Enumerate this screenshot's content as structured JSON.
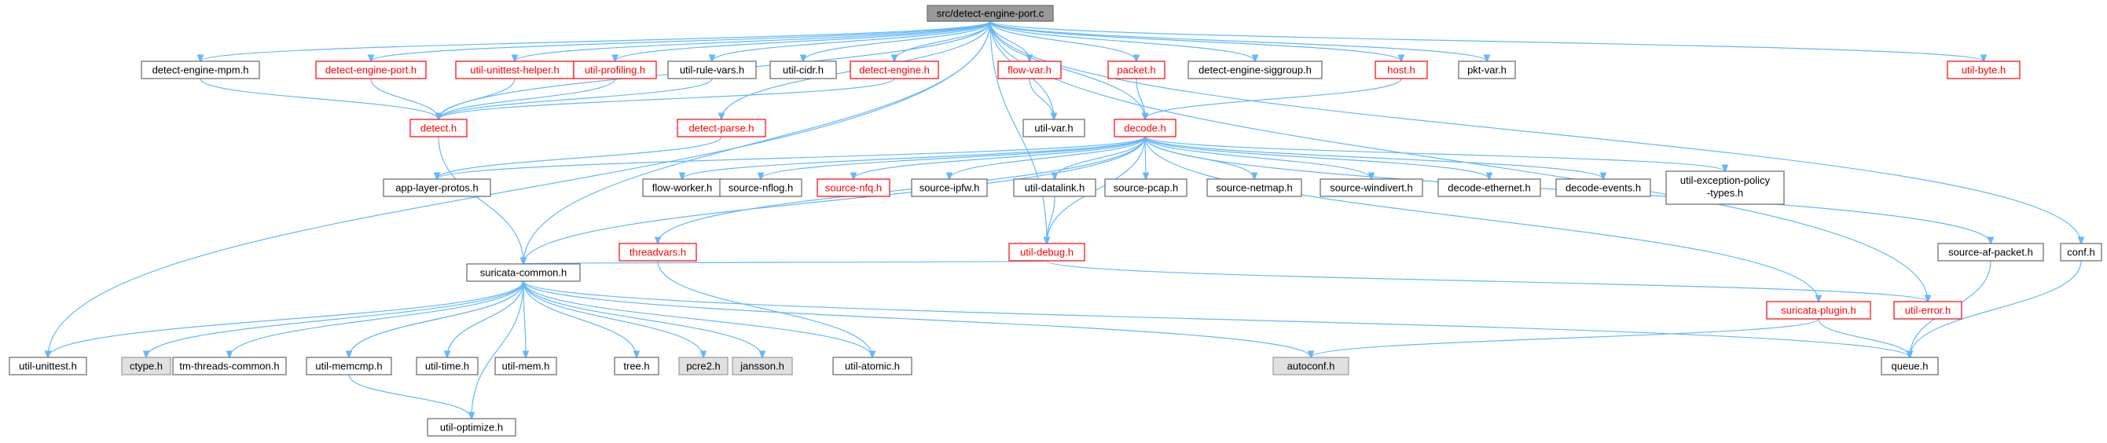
{
  "graph": {
    "title": "src/detect-engine-port.c",
    "colors": {
      "edge": "#63b8ff",
      "node_border": "#666666",
      "root_fill": "#999999",
      "missing_fill": "#e0e0e0",
      "link_border": "#ff0000"
    },
    "nodes": [
      {
        "id": "root",
        "label": "src/detect-engine-port.c",
        "style": "root"
      },
      {
        "id": "mpm",
        "label": "detect-engine-mpm.h",
        "style": "normal"
      },
      {
        "id": "enginePort",
        "label": "detect-engine-port.h",
        "style": "link"
      },
      {
        "id": "unitHelper",
        "label": "util-unittest-helper.h",
        "style": "link"
      },
      {
        "id": "profiling",
        "label": "util-profiling.h",
        "style": "link"
      },
      {
        "id": "ruleVars",
        "label": "util-rule-vars.h",
        "style": "normal"
      },
      {
        "id": "cidr",
        "label": "util-cidr.h",
        "style": "normal"
      },
      {
        "id": "engine",
        "label": "detect-engine.h",
        "style": "link"
      },
      {
        "id": "flowVar",
        "label": "flow-var.h",
        "style": "link"
      },
      {
        "id": "packet",
        "label": "packet.h",
        "style": "link"
      },
      {
        "id": "siggroup",
        "label": "detect-engine-siggroup.h",
        "style": "normal"
      },
      {
        "id": "host",
        "label": "host.h",
        "style": "link"
      },
      {
        "id": "pktVar",
        "label": "pkt-var.h",
        "style": "normal"
      },
      {
        "id": "utilByte",
        "label": "util-byte.h",
        "style": "link"
      },
      {
        "id": "detect",
        "label": "detect.h",
        "style": "link"
      },
      {
        "id": "detectParse",
        "label": "detect-parse.h",
        "style": "link"
      },
      {
        "id": "utilVar",
        "label": "util-var.h",
        "style": "normal"
      },
      {
        "id": "decode",
        "label": "decode.h",
        "style": "link"
      },
      {
        "id": "appLayer",
        "label": "app-layer-protos.h",
        "style": "normal"
      },
      {
        "id": "flowWorker",
        "label": "flow-worker.h",
        "style": "normal"
      },
      {
        "id": "nflog",
        "label": "source-nflog.h",
        "style": "normal"
      },
      {
        "id": "nfq",
        "label": "source-nfq.h",
        "style": "link"
      },
      {
        "id": "ipfw",
        "label": "source-ipfw.h",
        "style": "normal"
      },
      {
        "id": "datalink",
        "label": "util-datalink.h",
        "style": "normal"
      },
      {
        "id": "pcap",
        "label": "source-pcap.h",
        "style": "normal"
      },
      {
        "id": "netmap",
        "label": "source-netmap.h",
        "style": "normal"
      },
      {
        "id": "windivert",
        "label": "source-windivert.h",
        "style": "normal"
      },
      {
        "id": "ethernet",
        "label": "decode-ethernet.h",
        "style": "normal"
      },
      {
        "id": "events",
        "label": "decode-events.h",
        "style": "normal"
      },
      {
        "id": "exception",
        "label": "util-exception-policy\n-types.h",
        "style": "normal"
      },
      {
        "id": "threadvars",
        "label": "threadvars.h",
        "style": "link"
      },
      {
        "id": "debug",
        "label": "util-debug.h",
        "style": "link"
      },
      {
        "id": "afPacket",
        "label": "source-af-packet.h",
        "style": "normal"
      },
      {
        "id": "conf",
        "label": "conf.h",
        "style": "normal"
      },
      {
        "id": "common",
        "label": "suricata-common.h",
        "style": "normal"
      },
      {
        "id": "plugin",
        "label": "suricata-plugin.h",
        "style": "link"
      },
      {
        "id": "error",
        "label": "util-error.h",
        "style": "link"
      },
      {
        "id": "unittest",
        "label": "util-unittest.h",
        "style": "normal"
      },
      {
        "id": "ctype",
        "label": "ctype.h",
        "style": "missing"
      },
      {
        "id": "tmThreads",
        "label": "tm-threads-common.h",
        "style": "normal"
      },
      {
        "id": "memcmp",
        "label": "util-memcmp.h",
        "style": "normal"
      },
      {
        "id": "time",
        "label": "util-time.h",
        "style": "normal"
      },
      {
        "id": "mem",
        "label": "util-mem.h",
        "style": "normal"
      },
      {
        "id": "tree",
        "label": "tree.h",
        "style": "normal"
      },
      {
        "id": "pcre2",
        "label": "pcre2.h",
        "style": "missing"
      },
      {
        "id": "jansson",
        "label": "jansson.h",
        "style": "missing"
      },
      {
        "id": "atomic",
        "label": "util-atomic.h",
        "style": "normal"
      },
      {
        "id": "autoconf",
        "label": "autoconf.h",
        "style": "missing"
      },
      {
        "id": "queue",
        "label": "queue.h",
        "style": "normal"
      },
      {
        "id": "optimize",
        "label": "util-optimize.h",
        "style": "normal"
      }
    ]
  }
}
